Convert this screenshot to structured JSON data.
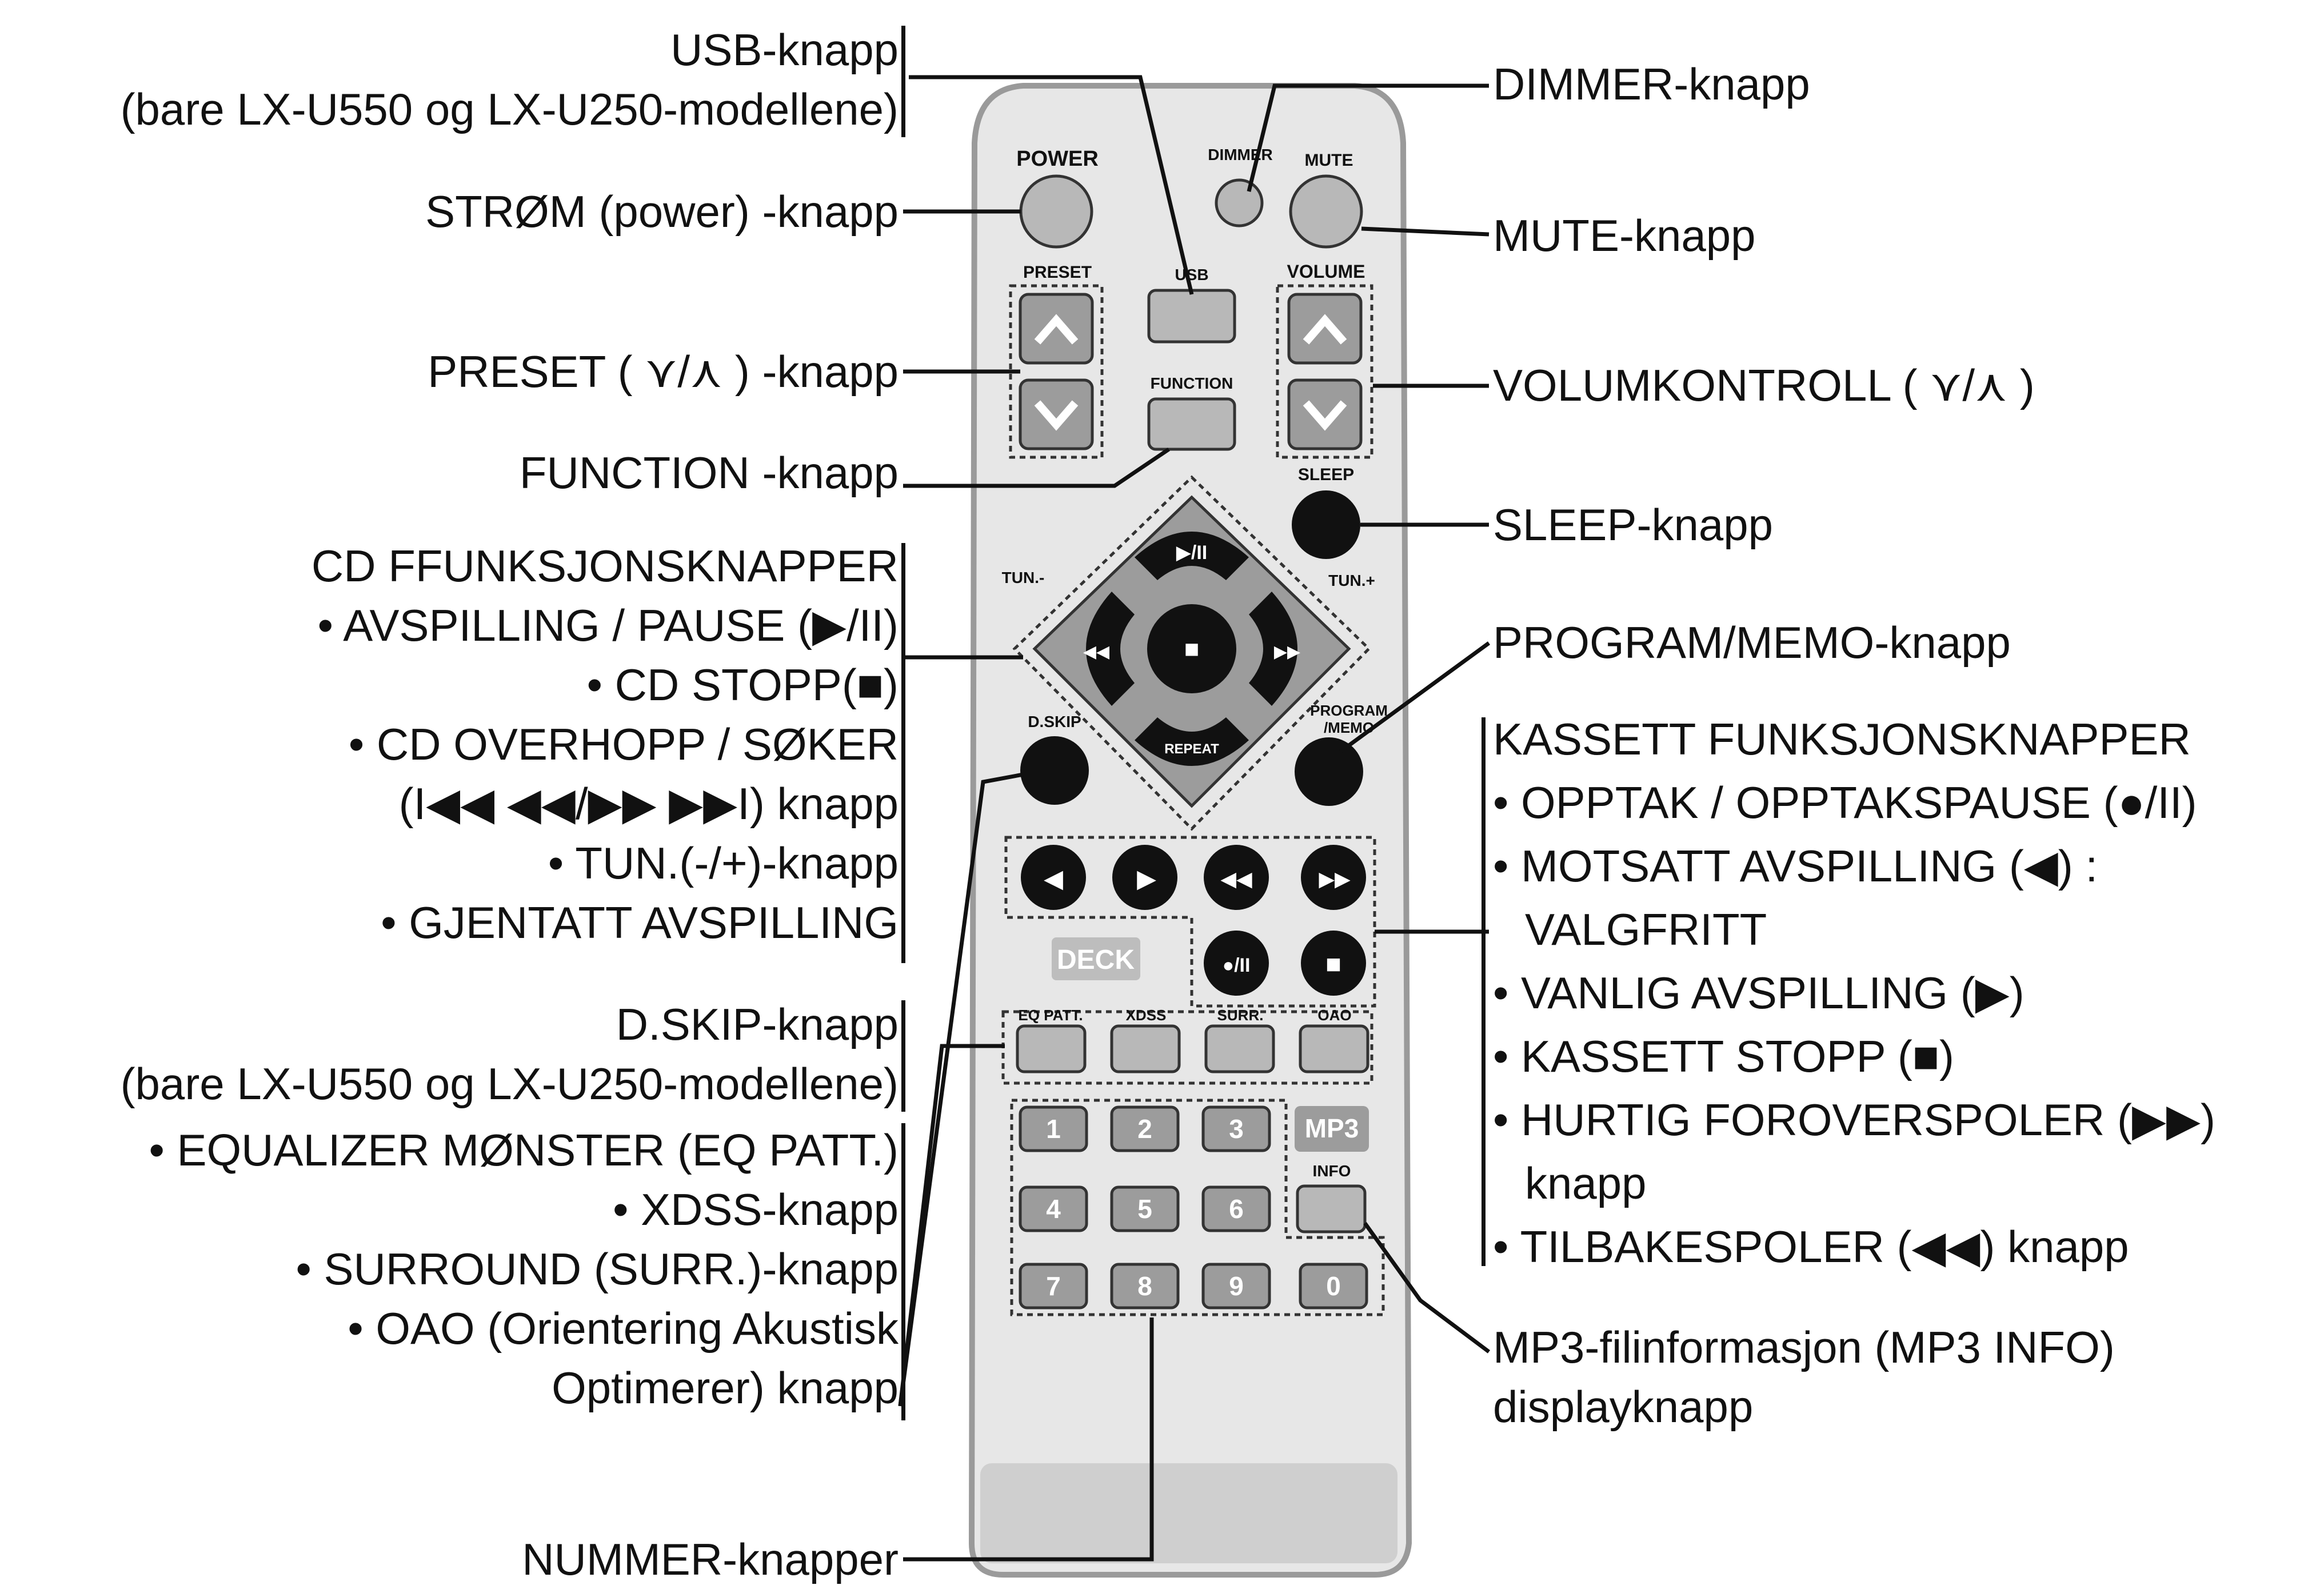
{
  "remote": {
    "power": "POWER",
    "dimmer": "DIMMER",
    "mute": "MUTE",
    "preset": "PRESET",
    "usb": "USB",
    "volume": "VOLUME",
    "function": "FUNCTION",
    "sleep": "SLEEP",
    "tun_minus": "TUN.-",
    "tun_plus": "TUN.+",
    "play_pause": "▶/II",
    "stop": "■",
    "repeat": "REPEAT",
    "dskip": "D.SKIP",
    "program": "PROGRAM",
    "memo": "/MEMO",
    "deck": "DECK",
    "rec_pause": "●/II",
    "eq_patt": "EQ PATT.",
    "xdss": "XDSS",
    "surr": "SURR.",
    "oao": "OAO",
    "mp3": "MP3",
    "info": "INFO",
    "numbers": [
      "1",
      "2",
      "3",
      "4",
      "5",
      "6",
      "7",
      "8",
      "9",
      "0"
    ]
  },
  "labels_left": {
    "usb_1": "USB-knapp",
    "usb_2": "(bare LX-U550 og LX-U250-modellene)",
    "power": "STRØM (power) -knapp",
    "preset": "PRESET ( ⋎/⋏ ) -knapp",
    "function": "FUNCTION -knapp",
    "cd_1": "CD FFUNKSJONSKNAPPER",
    "cd_2": "• AVSPILLING / PAUSE (▶/II)",
    "cd_3": "• CD STOPP(■)",
    "cd_4": "• CD OVERHOPP / SØKER",
    "cd_5": "(I◀◀  ◀◀/▶▶  ▶▶I) knapp",
    "cd_6": "• TUN.(-/+)-knapp",
    "cd_7": "• GJENTATT AVSPILLING",
    "dskip_1": "D.SKIP-knapp",
    "dskip_2": "(bare LX-U550 og LX-U250-modellene)",
    "eq_1": "• EQUALIZER MØNSTER (EQ PATT.)",
    "eq_2": "• XDSS-knapp",
    "eq_3": "• SURROUND (SURR.)-knapp",
    "eq_4": "• OAO (Orientering Akustisk",
    "eq_5": "Optimerer) knapp",
    "numbers": "NUMMER-knapper"
  },
  "labels_right": {
    "dimmer": "DIMMER-knapp",
    "mute": "MUTE-knapp",
    "volume": "VOLUMKONTROLL ( ⋎/⋏ )",
    "sleep": "SLEEP-knapp",
    "program": "PROGRAM/MEMO-knapp",
    "tape_1": "KASSETT FUNKSJONSKNAPPER",
    "tape_2": "• OPPTAK / OPPTAKSPAUSE (●/II)",
    "tape_3": "• MOTSATT AVSPILLING (◀) :",
    "tape_4": "VALGFRITT",
    "tape_5": "• VANLIG AVSPILLING (▶)",
    "tape_6": "• KASSETT STOPP (■)",
    "tape_7": "• HURTIG FOROVERSPOLER (▶▶)",
    "tape_8": "knapp",
    "tape_9": "• TILBAKESPOLER (◀◀) knapp",
    "mp3_1": "MP3-filinformasjon (MP3 INFO)",
    "mp3_2": "displayknapp"
  }
}
